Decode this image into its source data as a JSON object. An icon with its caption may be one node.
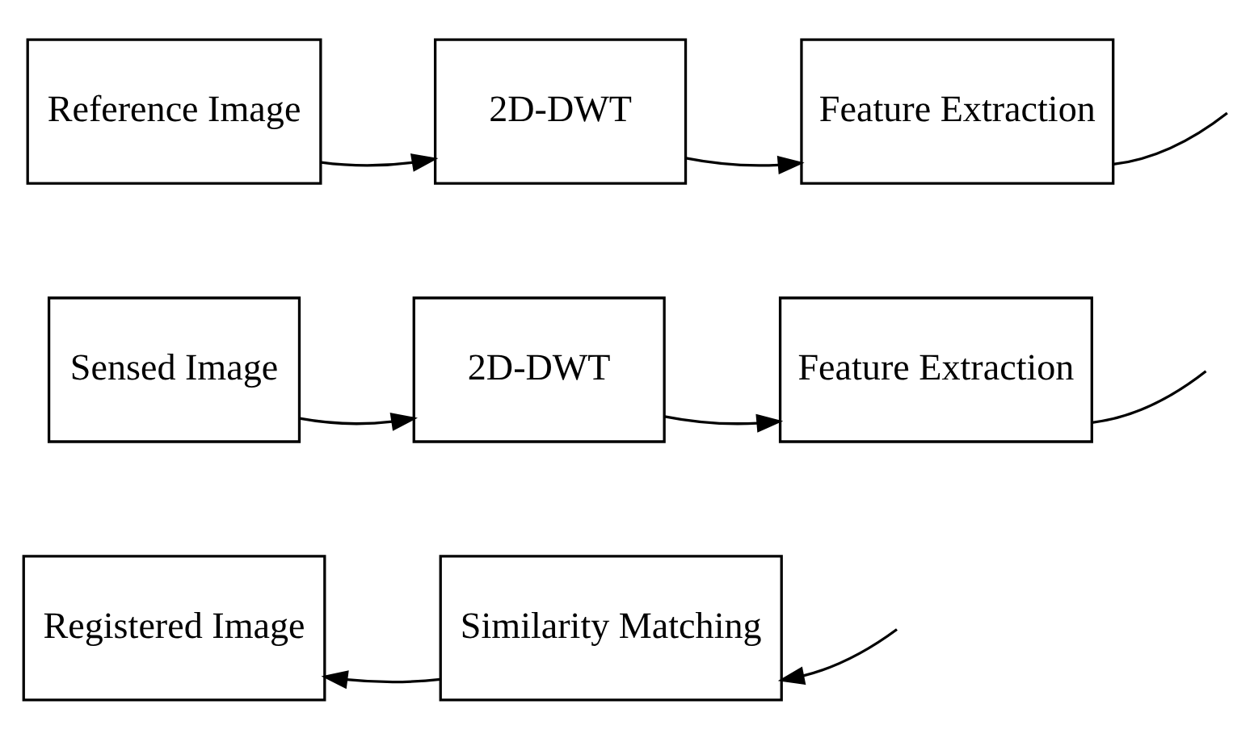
{
  "diagram": {
    "nodes": [
      {
        "text": [
          "Reference Image"
        ]
      },
      {
        "text": [
          "2D-DWT"
        ]
      },
      {
        "text": [
          "Feature Extraction"
        ]
      },
      {
        "text": [
          "Sensed Image"
        ]
      },
      {
        "text": [
          "2D-DWT"
        ]
      },
      {
        "text": [
          "Feature Extraction"
        ]
      },
      {
        "text": [
          "Registered Image"
        ]
      },
      {
        "text": [
          "Similarity Matching"
        ]
      }
    ],
    "edges": [
      {
        "from": 0,
        "to": 1,
        "arrow": "to"
      },
      {
        "from": 1,
        "to": 2,
        "arrow": "to"
      },
      {
        "from": 2,
        "to": null,
        "arrow": "none"
      },
      {
        "from": 3,
        "to": 4,
        "arrow": "to"
      },
      {
        "from": 4,
        "to": 5,
        "arrow": "to"
      },
      {
        "from": 5,
        "to": null,
        "arrow": "none"
      },
      {
        "from": null,
        "to": 7,
        "arrow": "to"
      },
      {
        "from": 7,
        "to": 6,
        "arrow": "to"
      }
    ]
  }
}
